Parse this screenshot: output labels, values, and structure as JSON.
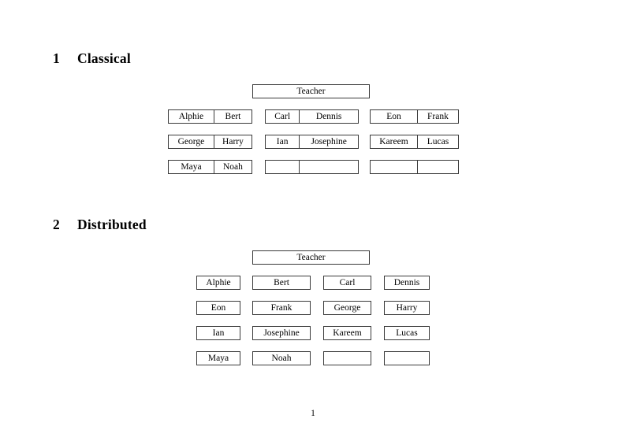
{
  "document": {
    "page_number": "1"
  },
  "sections": [
    {
      "number": "1",
      "title": "Classical",
      "teacher_label": "Teacher",
      "layout": "three-groups-of-two-columns",
      "groups": [
        {
          "name": "left-group",
          "rows": [
            [
              "Alphie",
              "Bert"
            ],
            [
              "George",
              "Harry"
            ],
            [
              "Maya",
              "Noah"
            ]
          ]
        },
        {
          "name": "middle-group",
          "rows": [
            [
              "Carl",
              "Dennis"
            ],
            [
              "Ian",
              "Josephine"
            ],
            [
              "",
              ""
            ]
          ]
        },
        {
          "name": "right-group",
          "rows": [
            [
              "Eon",
              "Frank"
            ],
            [
              "Kareem",
              "Lucas"
            ],
            [
              "",
              ""
            ]
          ]
        }
      ]
    },
    {
      "number": "2",
      "title": "Distributed",
      "teacher_label": "Teacher",
      "layout": "four-independent-columns",
      "rows": [
        [
          "Alphie",
          "Bert",
          "Carl",
          "Dennis"
        ],
        [
          "Eon",
          "Frank",
          "George",
          "Harry"
        ],
        [
          "Ian",
          "Josephine",
          "Kareem",
          "Lucas"
        ],
        [
          "Maya",
          "Noah",
          "",
          ""
        ]
      ]
    }
  ],
  "colors": {
    "text": "#000000",
    "border": "#3a3a3a",
    "background": "#ffffff"
  }
}
